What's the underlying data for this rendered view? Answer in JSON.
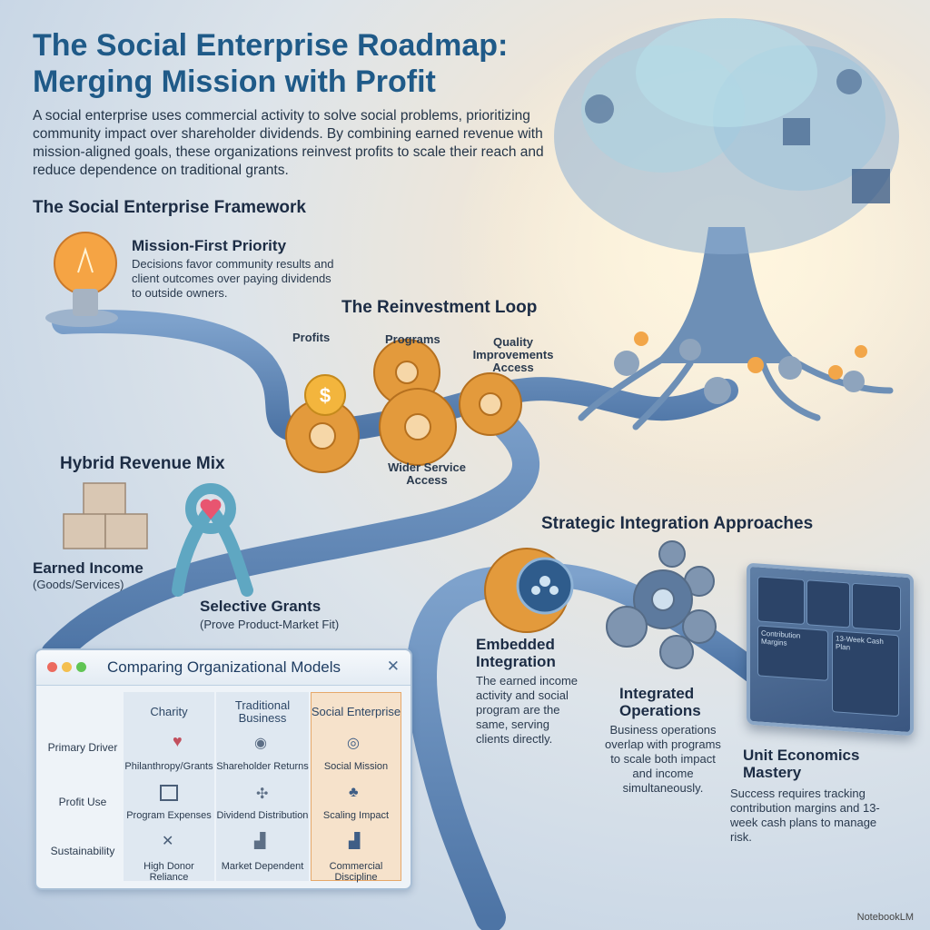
{
  "title": "The Social Enterprise Roadmap: Merging Mission with Profit",
  "intro": "A social enterprise uses commercial activity to solve social problems, prioritizing community impact over shareholder dividends. By combining earned revenue with mission-aligned goals, these organizations reinvest profits to scale their reach and reduce dependence on traditional grants.",
  "framework": {
    "heading": "The Social Enterprise Framework",
    "mission": {
      "title": "Mission-First Priority",
      "text": "Decisions favor community results and client outcomes over paying dividends to outside owners."
    }
  },
  "loop": {
    "heading": "The Reinvestment Loop",
    "labels": {
      "profits": "Profits",
      "programs": "Programs",
      "quality": "Quality Improvements Access",
      "wider": "Wider Service Access"
    }
  },
  "revenue": {
    "heading": "Hybrid Revenue Mix",
    "earned_title": "Earned Income",
    "earned_sub": "(Goods/Services)",
    "grants_title": "Selective Grants",
    "grants_sub": "(Prove Product-Market Fit)"
  },
  "strategy": {
    "heading": "Strategic Integration Approaches",
    "embedded": {
      "title": "Embedded Integration",
      "text": "The earned income activity and social program are the same, serving clients directly."
    },
    "integrated": {
      "title": "Integrated Operations",
      "text": "Business operations overlap with programs to scale both impact and income simultaneously."
    },
    "unit": {
      "title": "Unit Economics Mastery",
      "text": "Success requires tracking contribution margins and 13-week cash plans to manage risk."
    },
    "dashboard": {
      "tile1": "Contribution Margins",
      "tile2": "13-Week Cash Plan"
    }
  },
  "compare": {
    "title": "Comparing Organizational Models",
    "close_symbol": "✕",
    "columns": [
      "Charity",
      "Traditional Business",
      "Social Enterprise"
    ],
    "rows": [
      {
        "label": "Primary Driver",
        "cells": [
          "Philanthropy/Grants",
          "Shareholder Returns",
          "Social Mission"
        ]
      },
      {
        "label": "Profit Use",
        "cells": [
          "Program Expenses",
          "Dividend Distribution",
          "Scaling Impact"
        ]
      },
      {
        "label": "Sustainability",
        "cells": [
          "High Donor Reliance",
          "Market Dependent",
          "Commercial Discipline"
        ]
      }
    ]
  },
  "watermark": "NotebookLM",
  "colors": {
    "title": "#1f5a88",
    "road": "#5f86b6",
    "gear": "#e39a3c",
    "highlight": "#f6dcc0",
    "tree": "#6f93bd"
  }
}
